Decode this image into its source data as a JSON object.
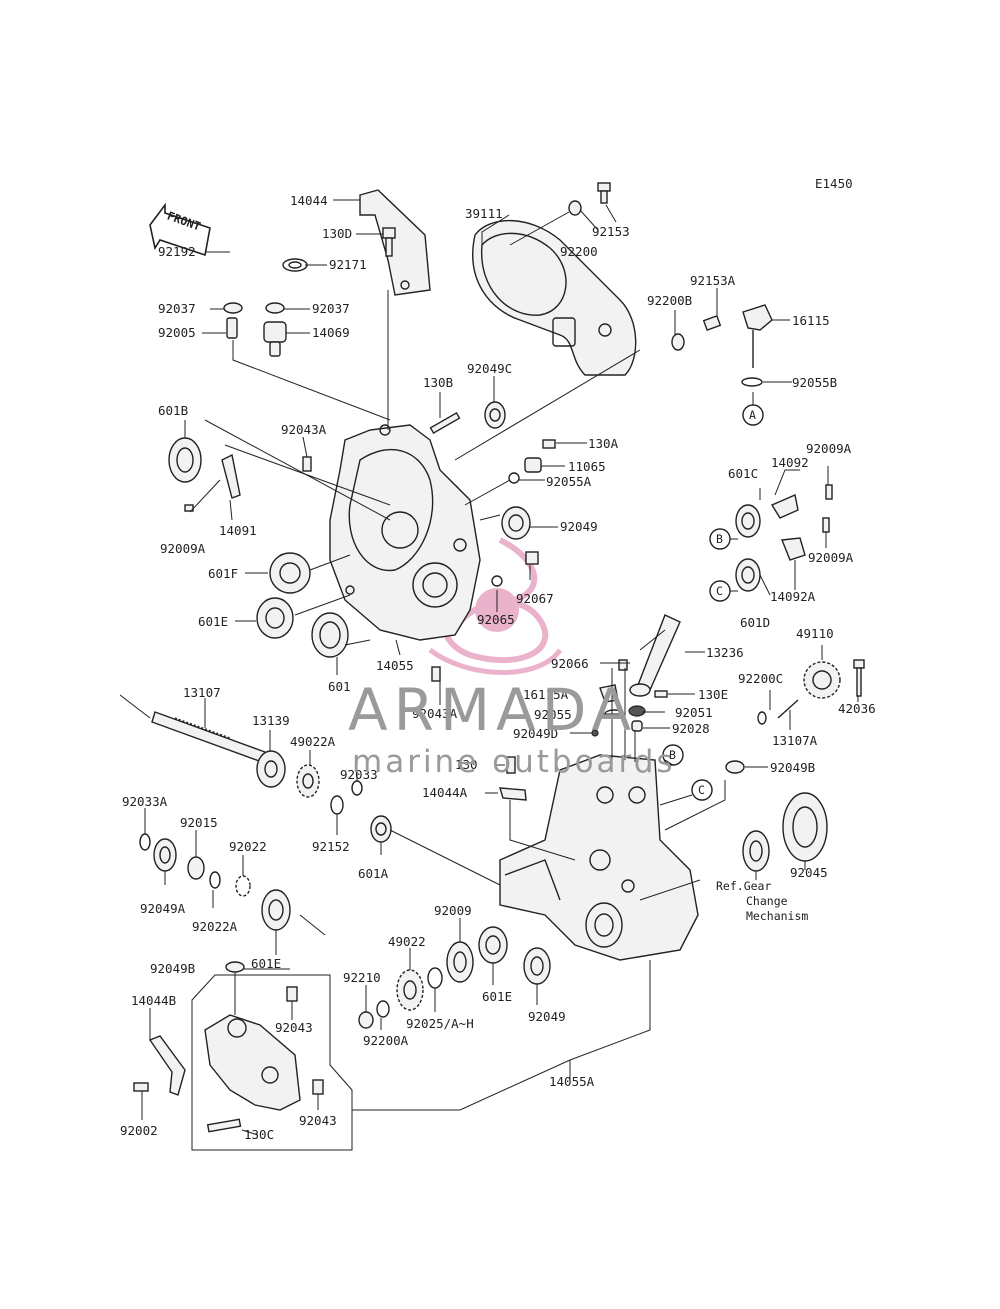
{
  "diagram_code": "E1450",
  "front_arrow_text": "FRONT",
  "watermark": {
    "brand": "ARMADA",
    "tagline": "marine outboards",
    "logo_color": "#e8a5c4",
    "text_color": "#9a9a9a"
  },
  "callouts": [
    "A",
    "B",
    "C"
  ],
  "labels": {
    "p14044": "14044",
    "p130D": "130D",
    "p92192": "92192",
    "p92171": "92171",
    "p92037a": "92037",
    "p92037b": "92037",
    "p92005": "92005",
    "p14069": "14069",
    "p39111": "39111",
    "p92200": "92200",
    "p92153": "92153",
    "p92153A": "92153A",
    "p92200B": "92200B",
    "p16115": "16115",
    "p92055B": "92055B",
    "p130B": "130B",
    "p92049C": "92049C",
    "p601B": "601B",
    "p92043A_top": "92043A",
    "p130A": "130A",
    "p11065": "11065",
    "p92055A": "92055A",
    "p14092": "14092",
    "p92009A_r1": "92009A",
    "p601C": "601C",
    "p92009A_r2": "92009A",
    "p14092A": "14092A",
    "p601D": "601D",
    "p14091": "14091",
    "p92009A_l": "92009A",
    "p92049": "92049",
    "p601F": "601F",
    "p92067": "92067",
    "p601E_top": "601E",
    "p92065": "92065",
    "p14055": "14055",
    "p601": "601",
    "p13236": "13236",
    "p49110": "49110",
    "p92066": "92066",
    "p16115A": "16115A",
    "p130E": "130E",
    "p92200C": "92200C",
    "p42036": "42036",
    "p92043A_mid": "92043A",
    "p92055": "92055",
    "p92051": "92051",
    "p92028": "92028",
    "p13107A": "13107A",
    "p92049D": "92049D",
    "p130": "130",
    "p92049B_r": "92049B",
    "p14044A": "14044A",
    "p13107": "13107",
    "p13139": "13139",
    "p49022A": "49022A",
    "p92033": "92033",
    "p92033A": "92033A",
    "p92015": "92015",
    "p92022": "92022",
    "p92152": "92152",
    "p601A": "601A",
    "p92049A": "92049A",
    "p92022A": "92022A",
    "p601E_l": "601E",
    "p92045": "92045",
    "p refgear1": "Ref.Gear",
    "p_refgear2": "Change",
    "p_refgear3": "Mechanism",
    "p92009": "92009",
    "p49022": "49022",
    "p92210": "92210",
    "p92025": "92025/A~H",
    "p92200A": "92200A",
    "p601E_b": "601E",
    "p92049_b": "92049",
    "p92049B_l": "92049B",
    "p14044B": "14044B",
    "p92043_a": "92043",
    "p92043_b": "92043",
    "p92002": "92002",
    "p130C": "130C",
    "p14055A": "14055A"
  }
}
